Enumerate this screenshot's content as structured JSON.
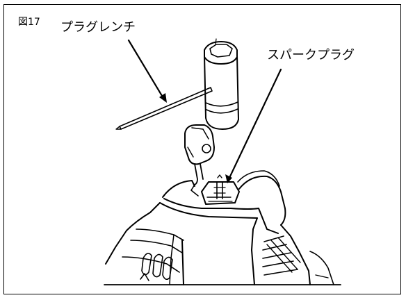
{
  "figure": {
    "label": "図17",
    "callouts": {
      "wrench": "プラグレンチ",
      "spark_plug": "スパークプラグ"
    }
  }
}
